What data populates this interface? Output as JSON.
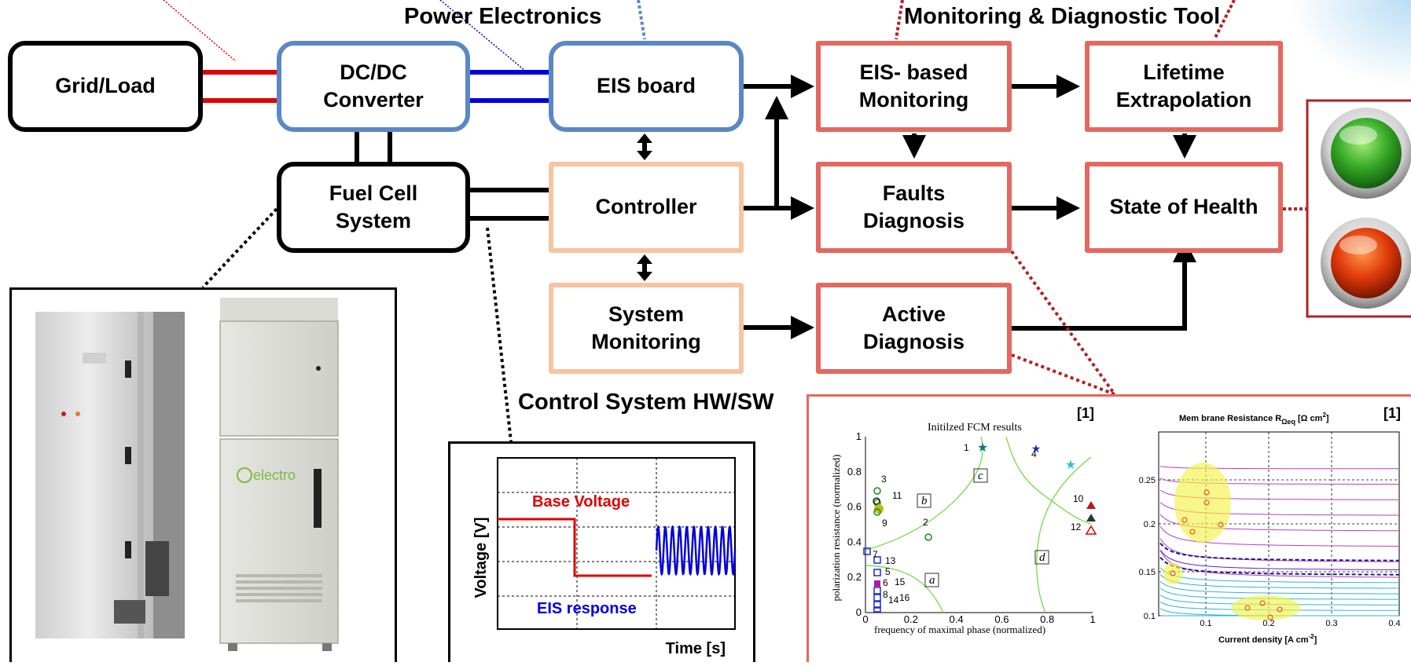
{
  "headers": {
    "power_electronics": "Power Electronics",
    "monitoring_tool": "Monitoring & Diagnostic Tool",
    "control_system": "Control System HW/SW"
  },
  "boxes": {
    "grid_load": "Grid/Load",
    "dcdc_line1": "DC/DC",
    "dcdc_line2": "Converter",
    "eis_board": "EIS board",
    "fuel_cell_line1": "Fuel Cell",
    "fuel_cell_line2": "System",
    "controller": "Controller",
    "system_monitoring_line1": "System",
    "system_monitoring_line2": "Monitoring",
    "eis_monitoring_line1": "EIS- based",
    "eis_monitoring_line2": "Monitoring",
    "faults_line1": "Faults",
    "faults_line2": "Diagnosis",
    "active_line1": "Active",
    "active_line2": "Diagnosis",
    "lifetime_line1": "Lifetime",
    "lifetime_line2": "Extrapolation",
    "state_of_health": "State of Health"
  },
  "photo": {
    "logo_text": "electro"
  },
  "voltage_plot": {
    "ylabel": "Voltage [V]",
    "xlabel": "Time [s]",
    "base_voltage": "Base Voltage",
    "eis_response": "EIS response"
  },
  "fcm_plot": {
    "ref": "[1]",
    "title": "Initilzed FCM results",
    "xlabel": "frequency of maximal phase (normalized)",
    "ylabel": "polarization resistance (normalized)",
    "xticks": [
      "0",
      "0.2",
      "0.4",
      "0.6",
      "0.8",
      "1"
    ],
    "yticks": [
      "0",
      "0.2",
      "0.4",
      "0.6",
      "0.8",
      "1"
    ],
    "clusters": [
      "a",
      "b",
      "c",
      "d"
    ],
    "point_labels": [
      "1",
      "2",
      "3",
      "4",
      "5",
      "6",
      "7",
      "8",
      "9",
      "10",
      "11",
      "12",
      "13",
      "14",
      "15",
      "16"
    ]
  },
  "membrane_plot": {
    "ref": "[1]",
    "title_main": "Mem brane Resistance R",
    "title_sub": "Ωeq",
    "title_unit": " [Ω cm",
    "title_exp": "2",
    "title_end": "]",
    "xlabel_main": "Current density [A cm",
    "xlabel_exp": "-2",
    "xlabel_end": "]",
    "xticks": [
      "0.1",
      "0.2",
      "0.3",
      "0.4"
    ],
    "yticks": [
      "0.25",
      "0.2",
      "0.15",
      "0.1"
    ]
  },
  "colors": {
    "black_border": "#000000",
    "blue_border": "#5b88c5",
    "orange_border": "#f6c4a0",
    "red_border": "#e4685f",
    "green_light": "#2aa82a",
    "red_light": "#d8300a",
    "dark_red": "#b22222"
  }
}
